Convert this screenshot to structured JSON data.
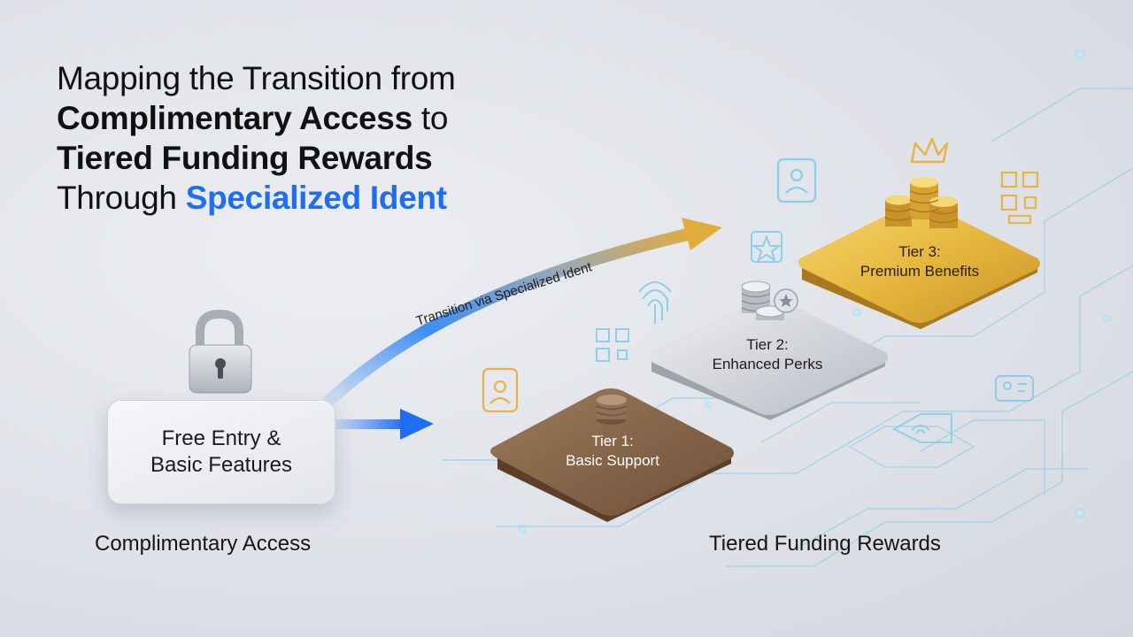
{
  "title": {
    "line1": "Mapping the Transition from",
    "line2_bold": "Complimentary Access",
    "line2_rest": " to",
    "line3_bold": "Tiered Funding Rewards",
    "line4_plain": "Through ",
    "line4_accent": "Specialized Ident"
  },
  "free_card": {
    "text": "Free Entry & Basic Features"
  },
  "arrow_label": "Transition via Specialized Ident",
  "tiers": [
    {
      "title": "Tier 1:",
      "subtitle": "Basic Support"
    },
    {
      "title": "Tier 2:",
      "subtitle": "Enhanced Perks"
    },
    {
      "title": "Tier 3:",
      "subtitle": "Premium Benefits"
    }
  ],
  "captions": {
    "left": "Complimentary Access",
    "right": "Tiered Funding Rewards"
  },
  "colors": {
    "accent_blue": "#1f6df0",
    "tier1_bronze": "#8a6a4c",
    "tier2_silver": "#c9ccd2",
    "tier3_gold": "#e3b53a",
    "circuit_glow": "#7fd4f2"
  },
  "icons": [
    "padlock-icon",
    "user-id-icon",
    "qr-code-icon",
    "fingerprint-icon",
    "star-icon",
    "crown-icon",
    "coin-stack-icon"
  ]
}
